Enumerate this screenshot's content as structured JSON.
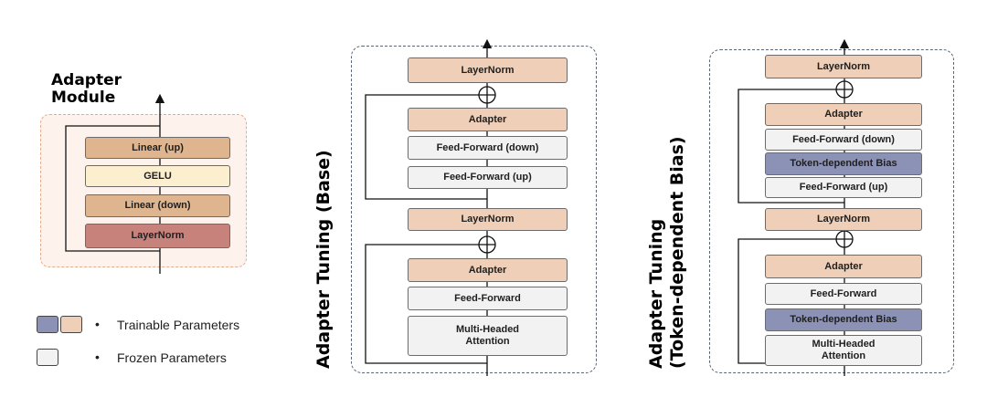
{
  "adapter_module": {
    "title_line1": "Adapter",
    "title_line2": "Module",
    "blocks": [
      "Linear (up)",
      "GELU",
      "Linear (down)",
      "LayerNorm"
    ]
  },
  "base": {
    "title": "Adapter Tuning (Base)",
    "layernorm_top": "LayerNorm",
    "adapter_1": "Adapter",
    "ff_down": "Feed-Forward (down)",
    "ff_up": "Feed-Forward (up)",
    "layernorm_mid": "LayerNorm",
    "adapter_2": "Adapter",
    "ff": "Feed-Forward",
    "mha": "Multi-Headed Attention"
  },
  "token": {
    "title_line1": "Adapter Tuning",
    "title_line2": "(Token-dependent Bias)",
    "layernorm_top": "LayerNorm",
    "adapter_1": "Adapter",
    "ff_down": "Feed-Forward (down)",
    "tdb_1": "Token-dependent Bias",
    "ff_up": "Feed-Forward (up)",
    "layernorm_mid": "LayerNorm",
    "adapter_2": "Adapter",
    "ff": "Feed-Forward",
    "tdb_2": "Token-dependent Bias",
    "mha": "Multi-Headed Attention"
  },
  "legend": {
    "trainable": "Trainable Parameters",
    "frozen": "Frozen Parameters"
  },
  "colors": {
    "trainable_purple": "#8b92b5",
    "trainable_beige": "#efcfb7",
    "frozen": "#f2f2f2",
    "linear": "#deb58f",
    "gelu": "#fbefcf",
    "layernorm_adapter": "#c8827c"
  }
}
